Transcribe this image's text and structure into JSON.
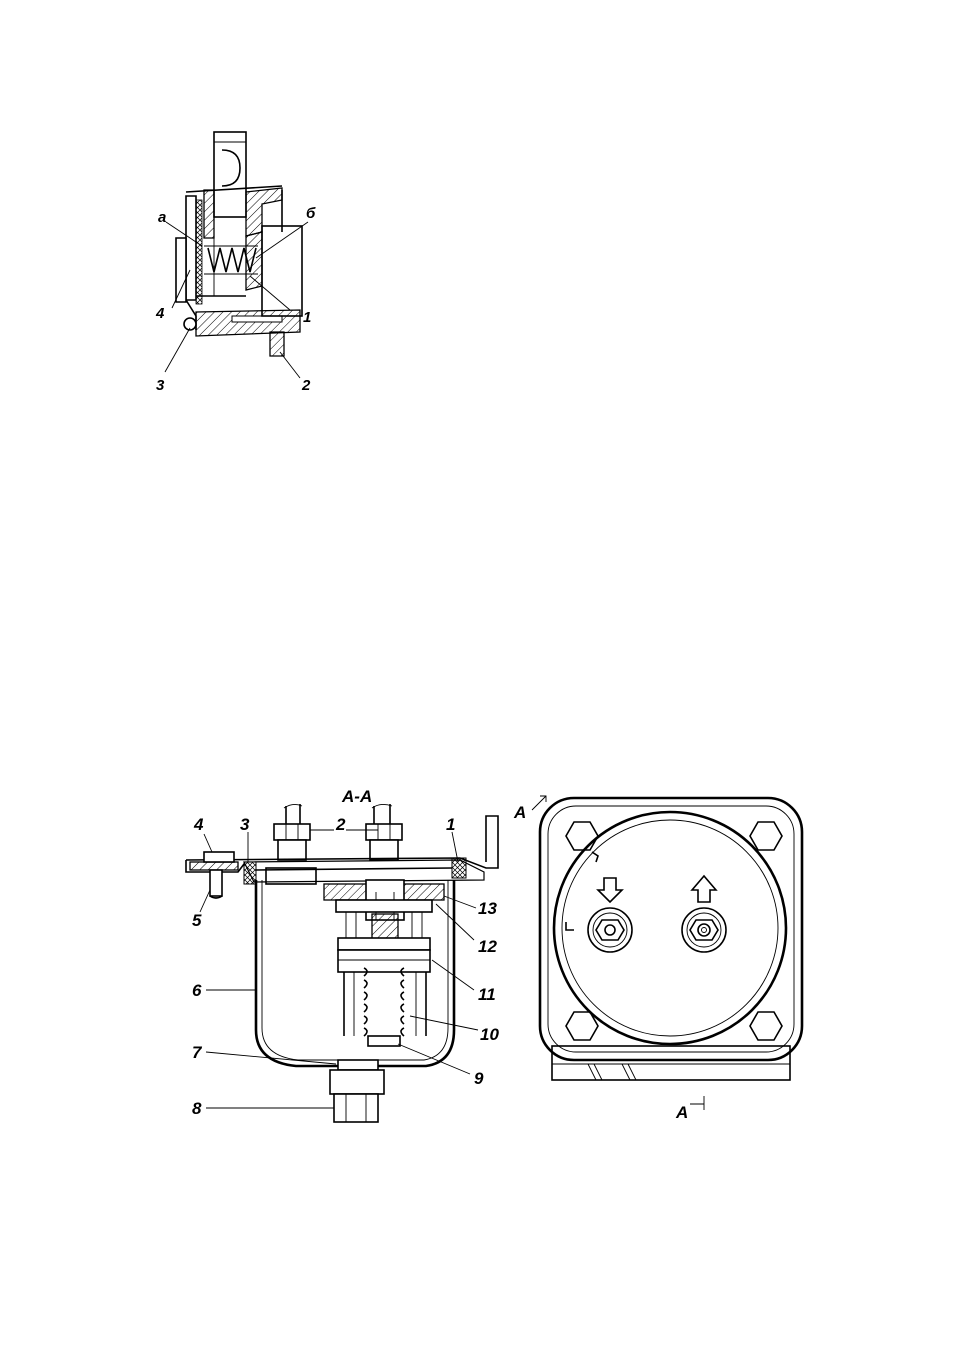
{
  "figure_top": {
    "labels": {
      "a": "а",
      "b": "б",
      "n1": "1",
      "n2": "2",
      "n3": "3",
      "n4": "4"
    }
  },
  "figure_bottom": {
    "section_title": "А-А",
    "section_mark": "А",
    "labels": [
      "1",
      "2",
      "3",
      "4",
      "5",
      "6",
      "7",
      "8",
      "9",
      "10",
      "11",
      "12",
      "13"
    ]
  }
}
